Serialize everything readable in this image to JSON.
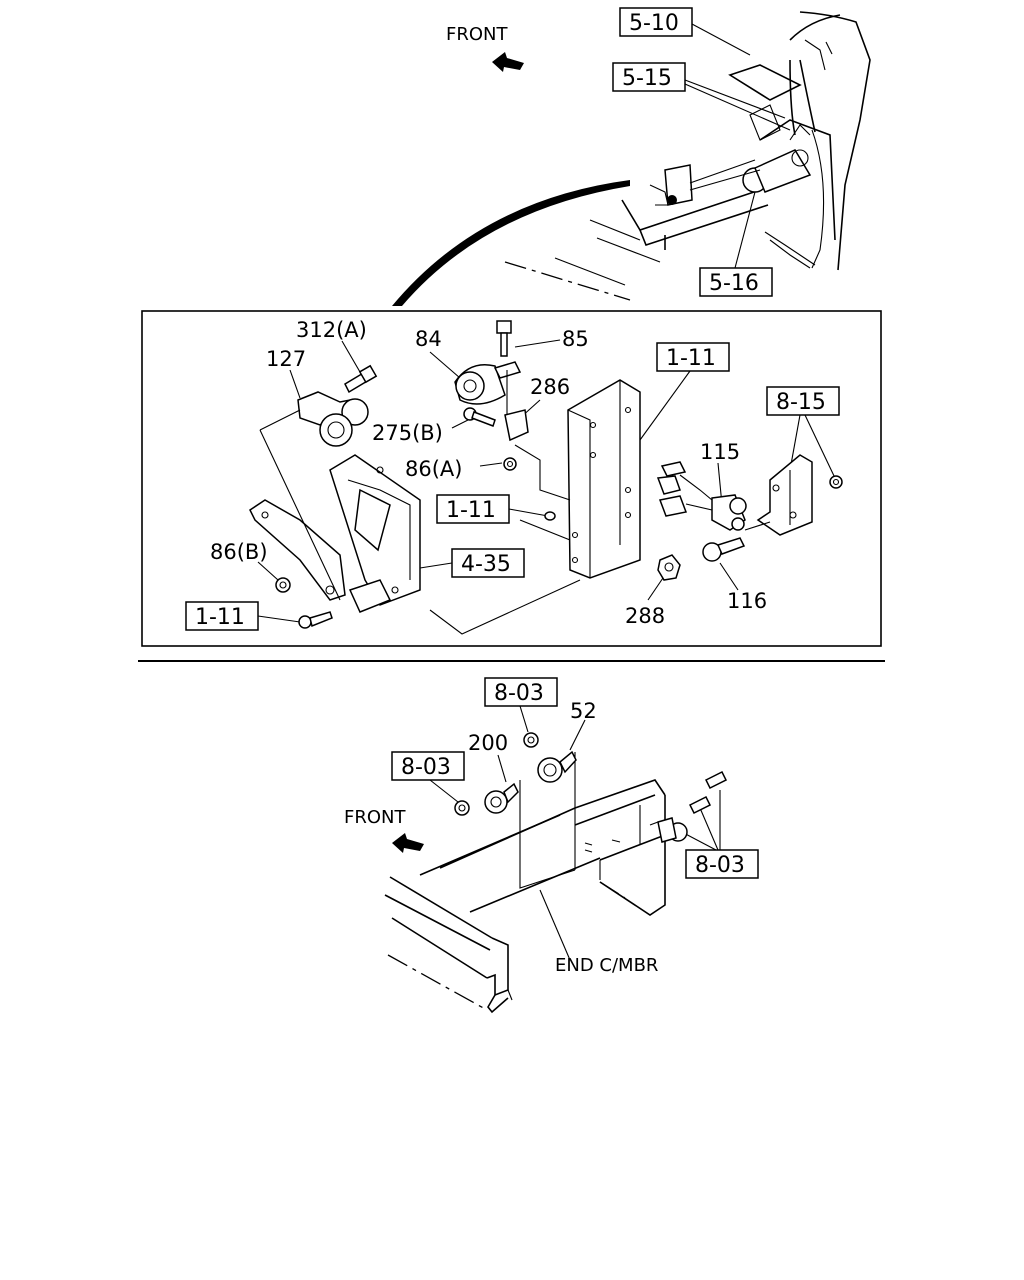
{
  "direction_labels": {
    "front_top": "FRONT",
    "front_bottom": "FRONT"
  },
  "ref_boxes": {
    "b_5_10": "5-10",
    "b_5_15": "5-15",
    "b_5_16": "5-16",
    "b_1_11_top": "1-11",
    "b_8_15": "8-15",
    "b_1_11_mid": "1-11",
    "b_4_35": "4-35",
    "b_1_11_bottom": "1-11",
    "b_8_03_top": "8-03",
    "b_8_03_left": "8-03",
    "b_8_03_right": "8-03"
  },
  "part_numbers": {
    "p312a": "312(A)",
    "p127": "127",
    "p84": "84",
    "p85": "85",
    "p286": "286",
    "p275b": "275(B)",
    "p86a": "86(A)",
    "p86b": "86(B)",
    "p115": "115",
    "p116": "116",
    "p288": "288",
    "p52": "52",
    "p200": "200"
  },
  "annotations": {
    "end_cmbr": "END C/MBR"
  }
}
